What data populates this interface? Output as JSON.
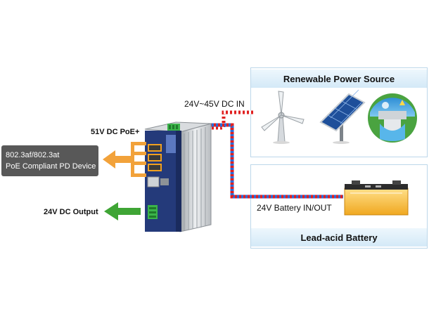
{
  "labels": {
    "dc_in": "24V~45V DC IN",
    "poe": "51V DC PoE+",
    "dc_output": "24V DC Output",
    "battery_io": "24V Battery IN/OUT"
  },
  "pd_device": {
    "line1": "802.3af/802.3at",
    "line2": "PoE Compliant PD Device"
  },
  "panels": {
    "renewable": "Renewable Power Source",
    "battery": "Lead-acid Battery"
  },
  "colors": {
    "poe_arrow": "#f2a23a",
    "output_arrow": "#3fa535",
    "switch_body": "#243a7a",
    "panel_border": "#bcd7ea",
    "cable_red": "#e02020",
    "cable_blue": "#2a6cd8"
  },
  "icons": [
    "wind-turbine-icon",
    "solar-panel-icon",
    "hydro-dam-icon",
    "battery-icon",
    "industrial-switch-icon"
  ]
}
